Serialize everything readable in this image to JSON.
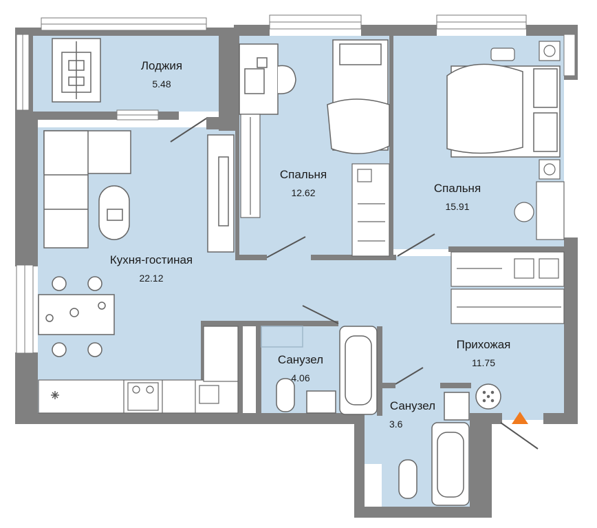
{
  "plan": {
    "colors": {
      "floor": "#c6dbeb",
      "wall": "#7f7f7f",
      "furniture": "#ffffff",
      "line": "#555555",
      "entrance_marker": "#f07a1e"
    },
    "entrance_icon": "triangle-entrance-icon",
    "rooms": [
      {
        "id": "loggia",
        "name": "Лоджия",
        "area": "5.48"
      },
      {
        "id": "bedroom-1",
        "name": "Спальня",
        "area": "12.62"
      },
      {
        "id": "bedroom-2",
        "name": "Спальня",
        "area": "15.91"
      },
      {
        "id": "kitchen-living",
        "name": "Кухня-гостиная",
        "area": "22.12"
      },
      {
        "id": "hallway",
        "name": "Прихожая",
        "area": "11.75"
      },
      {
        "id": "bathroom-1",
        "name": "Санузел",
        "area": "4.06"
      },
      {
        "id": "bathroom-2",
        "name": "Санузел",
        "area": "3.6"
      }
    ]
  }
}
